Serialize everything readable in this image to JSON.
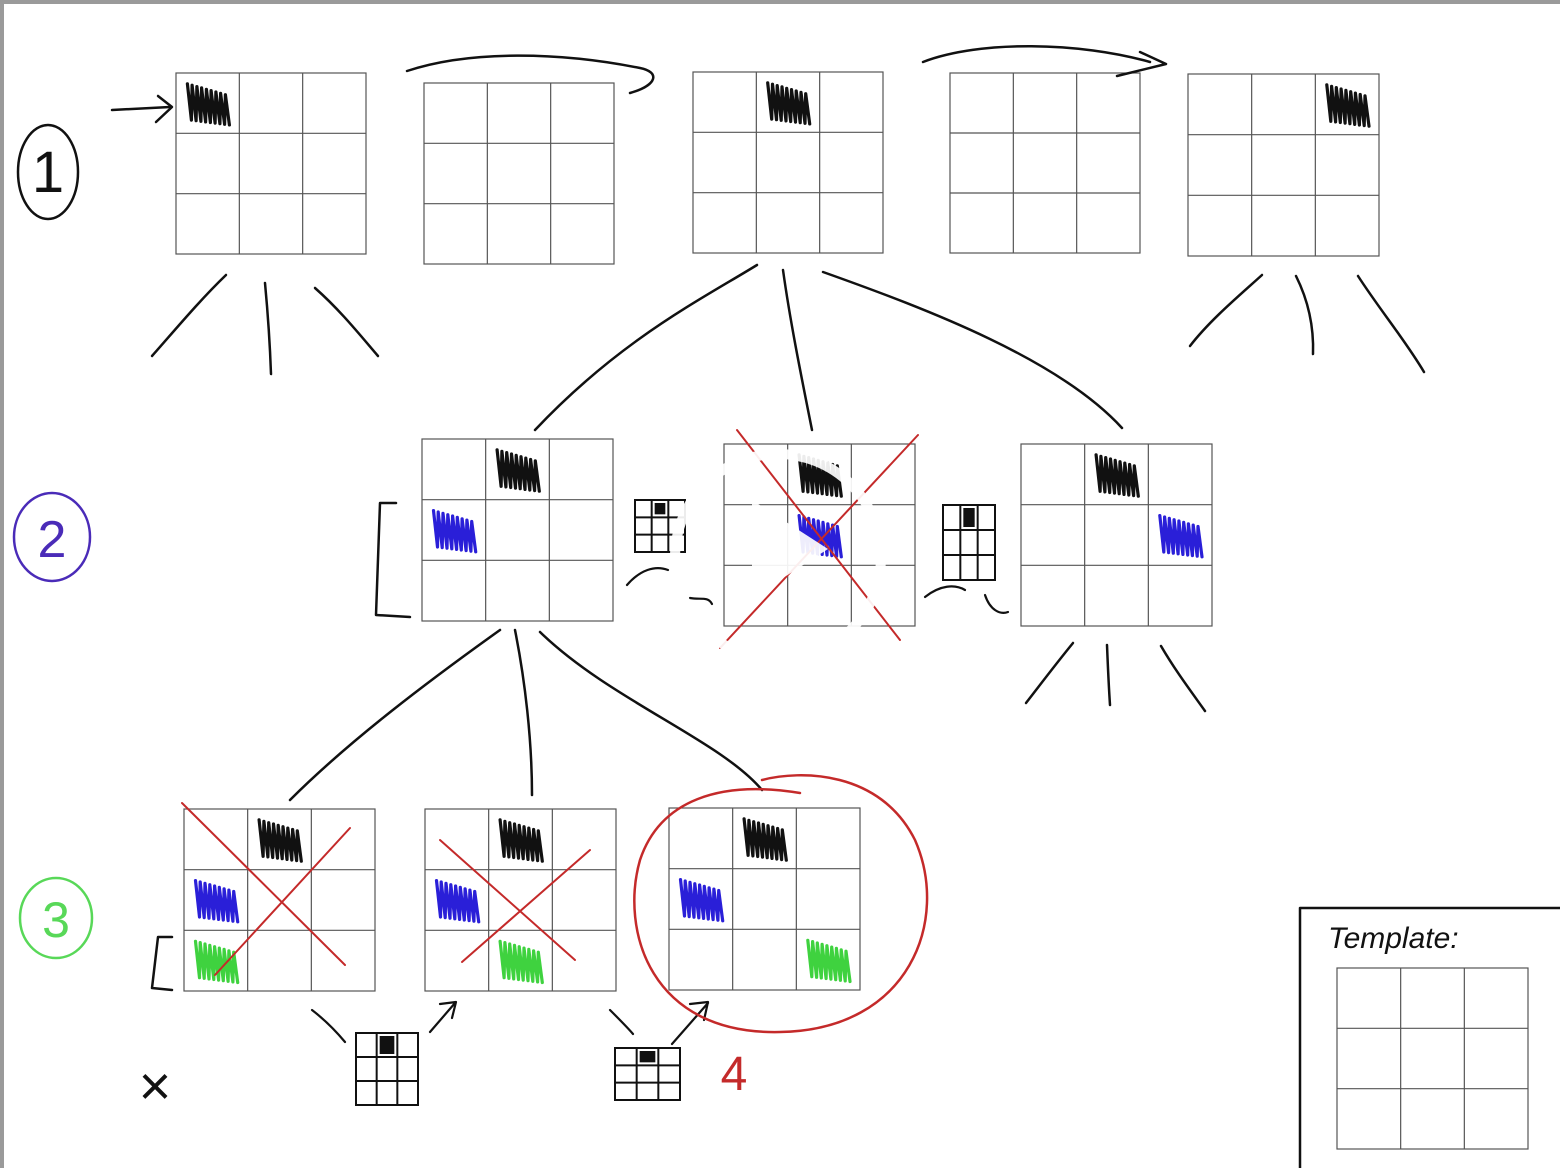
{
  "whiteboard": {
    "template_label": "Template:",
    "step_labels": [
      "1",
      "2",
      "3"
    ],
    "annotation_count": "4",
    "annotation_cross": "×"
  },
  "colors": {
    "ink_black": "#111111",
    "ink_purple": "#4a2bb8",
    "ink_blue": "#2a1fd8",
    "ink_green": "#3fd23f",
    "ink_green_label": "#58d858",
    "ink_red": "#c42a2a",
    "grid": "#555555",
    "play_overlay": "#ffffff"
  },
  "controls": {
    "play_icon": "play-icon"
  }
}
